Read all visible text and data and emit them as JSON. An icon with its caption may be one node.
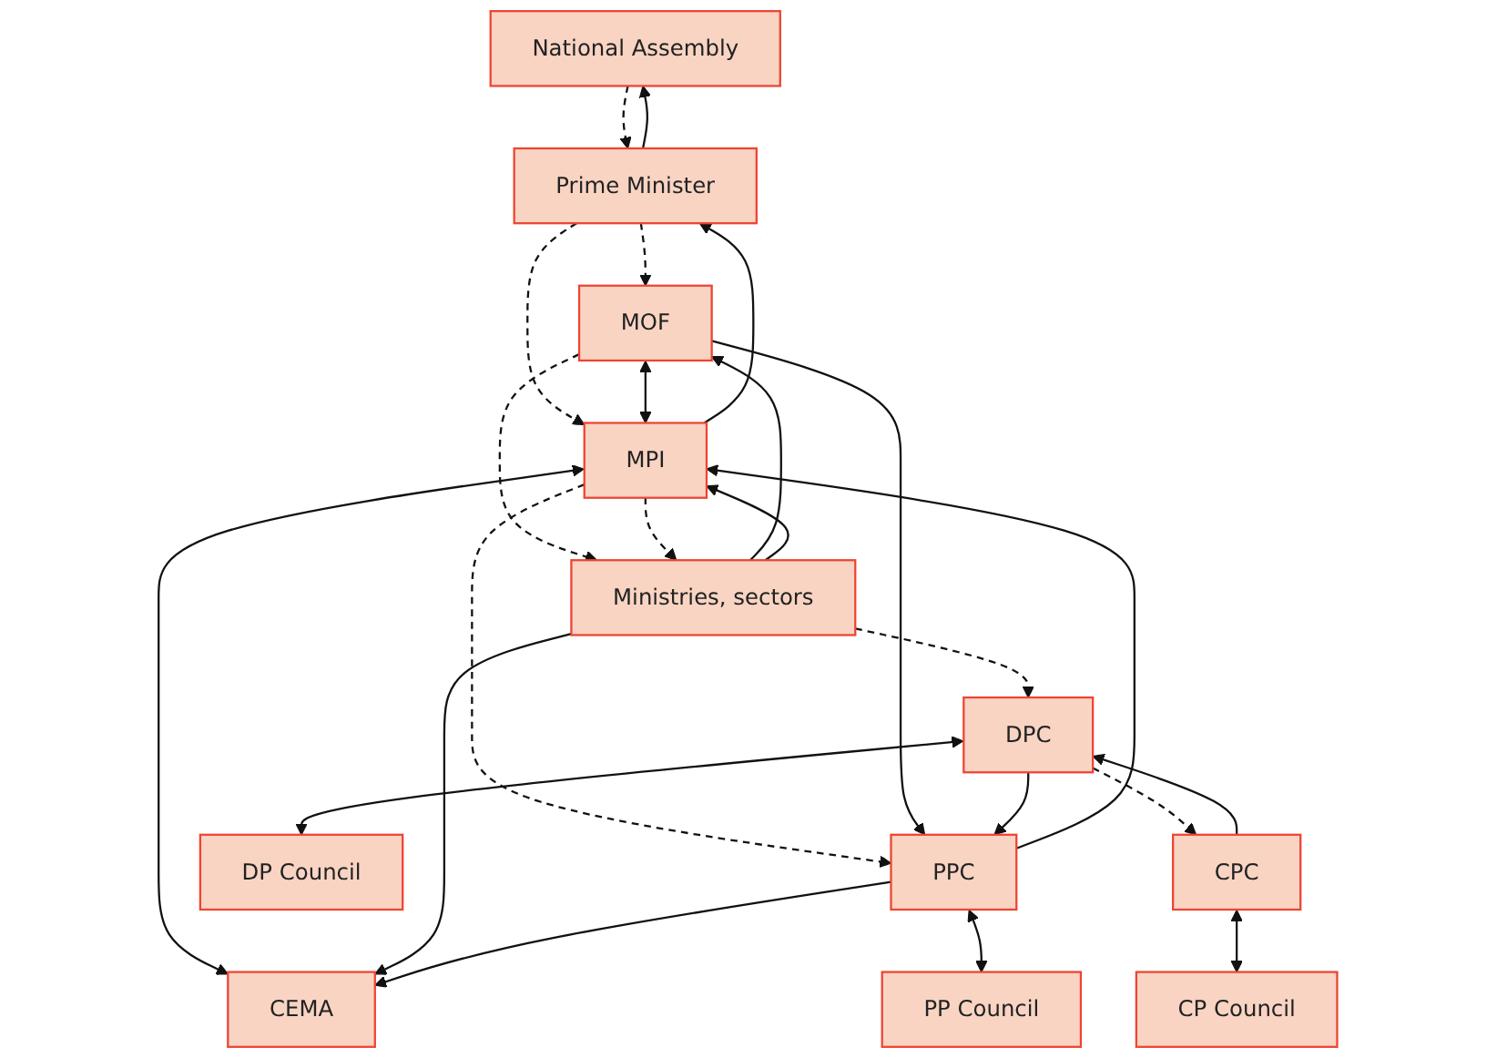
{
  "diagram": {
    "nodes": [
      {
        "text": [
          "National Assembly"
        ]
      },
      {
        "text": [
          "Prime Minister"
        ]
      },
      {
        "text": [
          "MOF"
        ]
      },
      {
        "text": [
          "MPI"
        ]
      },
      {
        "text": [
          "CEMA"
        ]
      },
      {
        "text": [
          "Ministries, sectors"
        ]
      },
      {
        "text": [
          "PPC"
        ]
      },
      {
        "text": [
          "PP Council"
        ]
      },
      {
        "text": [
          "DPC"
        ]
      },
      {
        "text": [
          "DP Council"
        ]
      },
      {
        "text": [
          "CPC"
        ]
      },
      {
        "text": [
          "CP Council"
        ]
      }
    ],
    "edges": [
      {
        "from": 0,
        "to": 1,
        "arrow": "to",
        "style": "dashed"
      },
      {
        "from": 1,
        "to": 0,
        "arrow": "to"
      },
      {
        "from": 1,
        "to": 2,
        "arrow": "to",
        "style": "dashed"
      },
      {
        "from": 1,
        "to": 3,
        "arrow": "to",
        "style": "dashed"
      },
      {
        "from": 3,
        "to": 1,
        "arrow": "to"
      },
      {
        "from": 2,
        "to": 3,
        "arrow": "both"
      },
      {
        "from": 3,
        "to": 4,
        "arrow": "both"
      },
      {
        "from": 2,
        "to": 5,
        "arrow": "to",
        "style": "dashed"
      },
      {
        "from": 5,
        "to": 2,
        "arrow": "to"
      },
      {
        "from": 3,
        "to": 5,
        "arrow": "to",
        "style": "dashed"
      },
      {
        "from": 5,
        "to": 3,
        "arrow": "to"
      },
      {
        "from": 5,
        "to": 4,
        "arrow": "to"
      },
      {
        "from": 3,
        "to": 6,
        "arrow": "to",
        "style": "dashed"
      },
      {
        "from": 6,
        "to": 3,
        "arrow": "to"
      },
      {
        "from": 6,
        "to": 4,
        "arrow": "to"
      },
      {
        "from": 6,
        "to": 7,
        "arrow": "both"
      },
      {
        "from": 2,
        "to": 6,
        "arrow": "to"
      },
      {
        "from": 5,
        "to": 8,
        "arrow": "to",
        "style": "dashed"
      },
      {
        "from": 8,
        "to": 6,
        "arrow": "to"
      },
      {
        "from": 8,
        "to": 9,
        "arrow": "both"
      },
      {
        "from": 8,
        "to": 10,
        "arrow": "to",
        "style": "dashed"
      },
      {
        "from": 10,
        "to": 8,
        "arrow": "to"
      },
      {
        "from": 10,
        "to": 11,
        "arrow": "both"
      }
    ]
  }
}
